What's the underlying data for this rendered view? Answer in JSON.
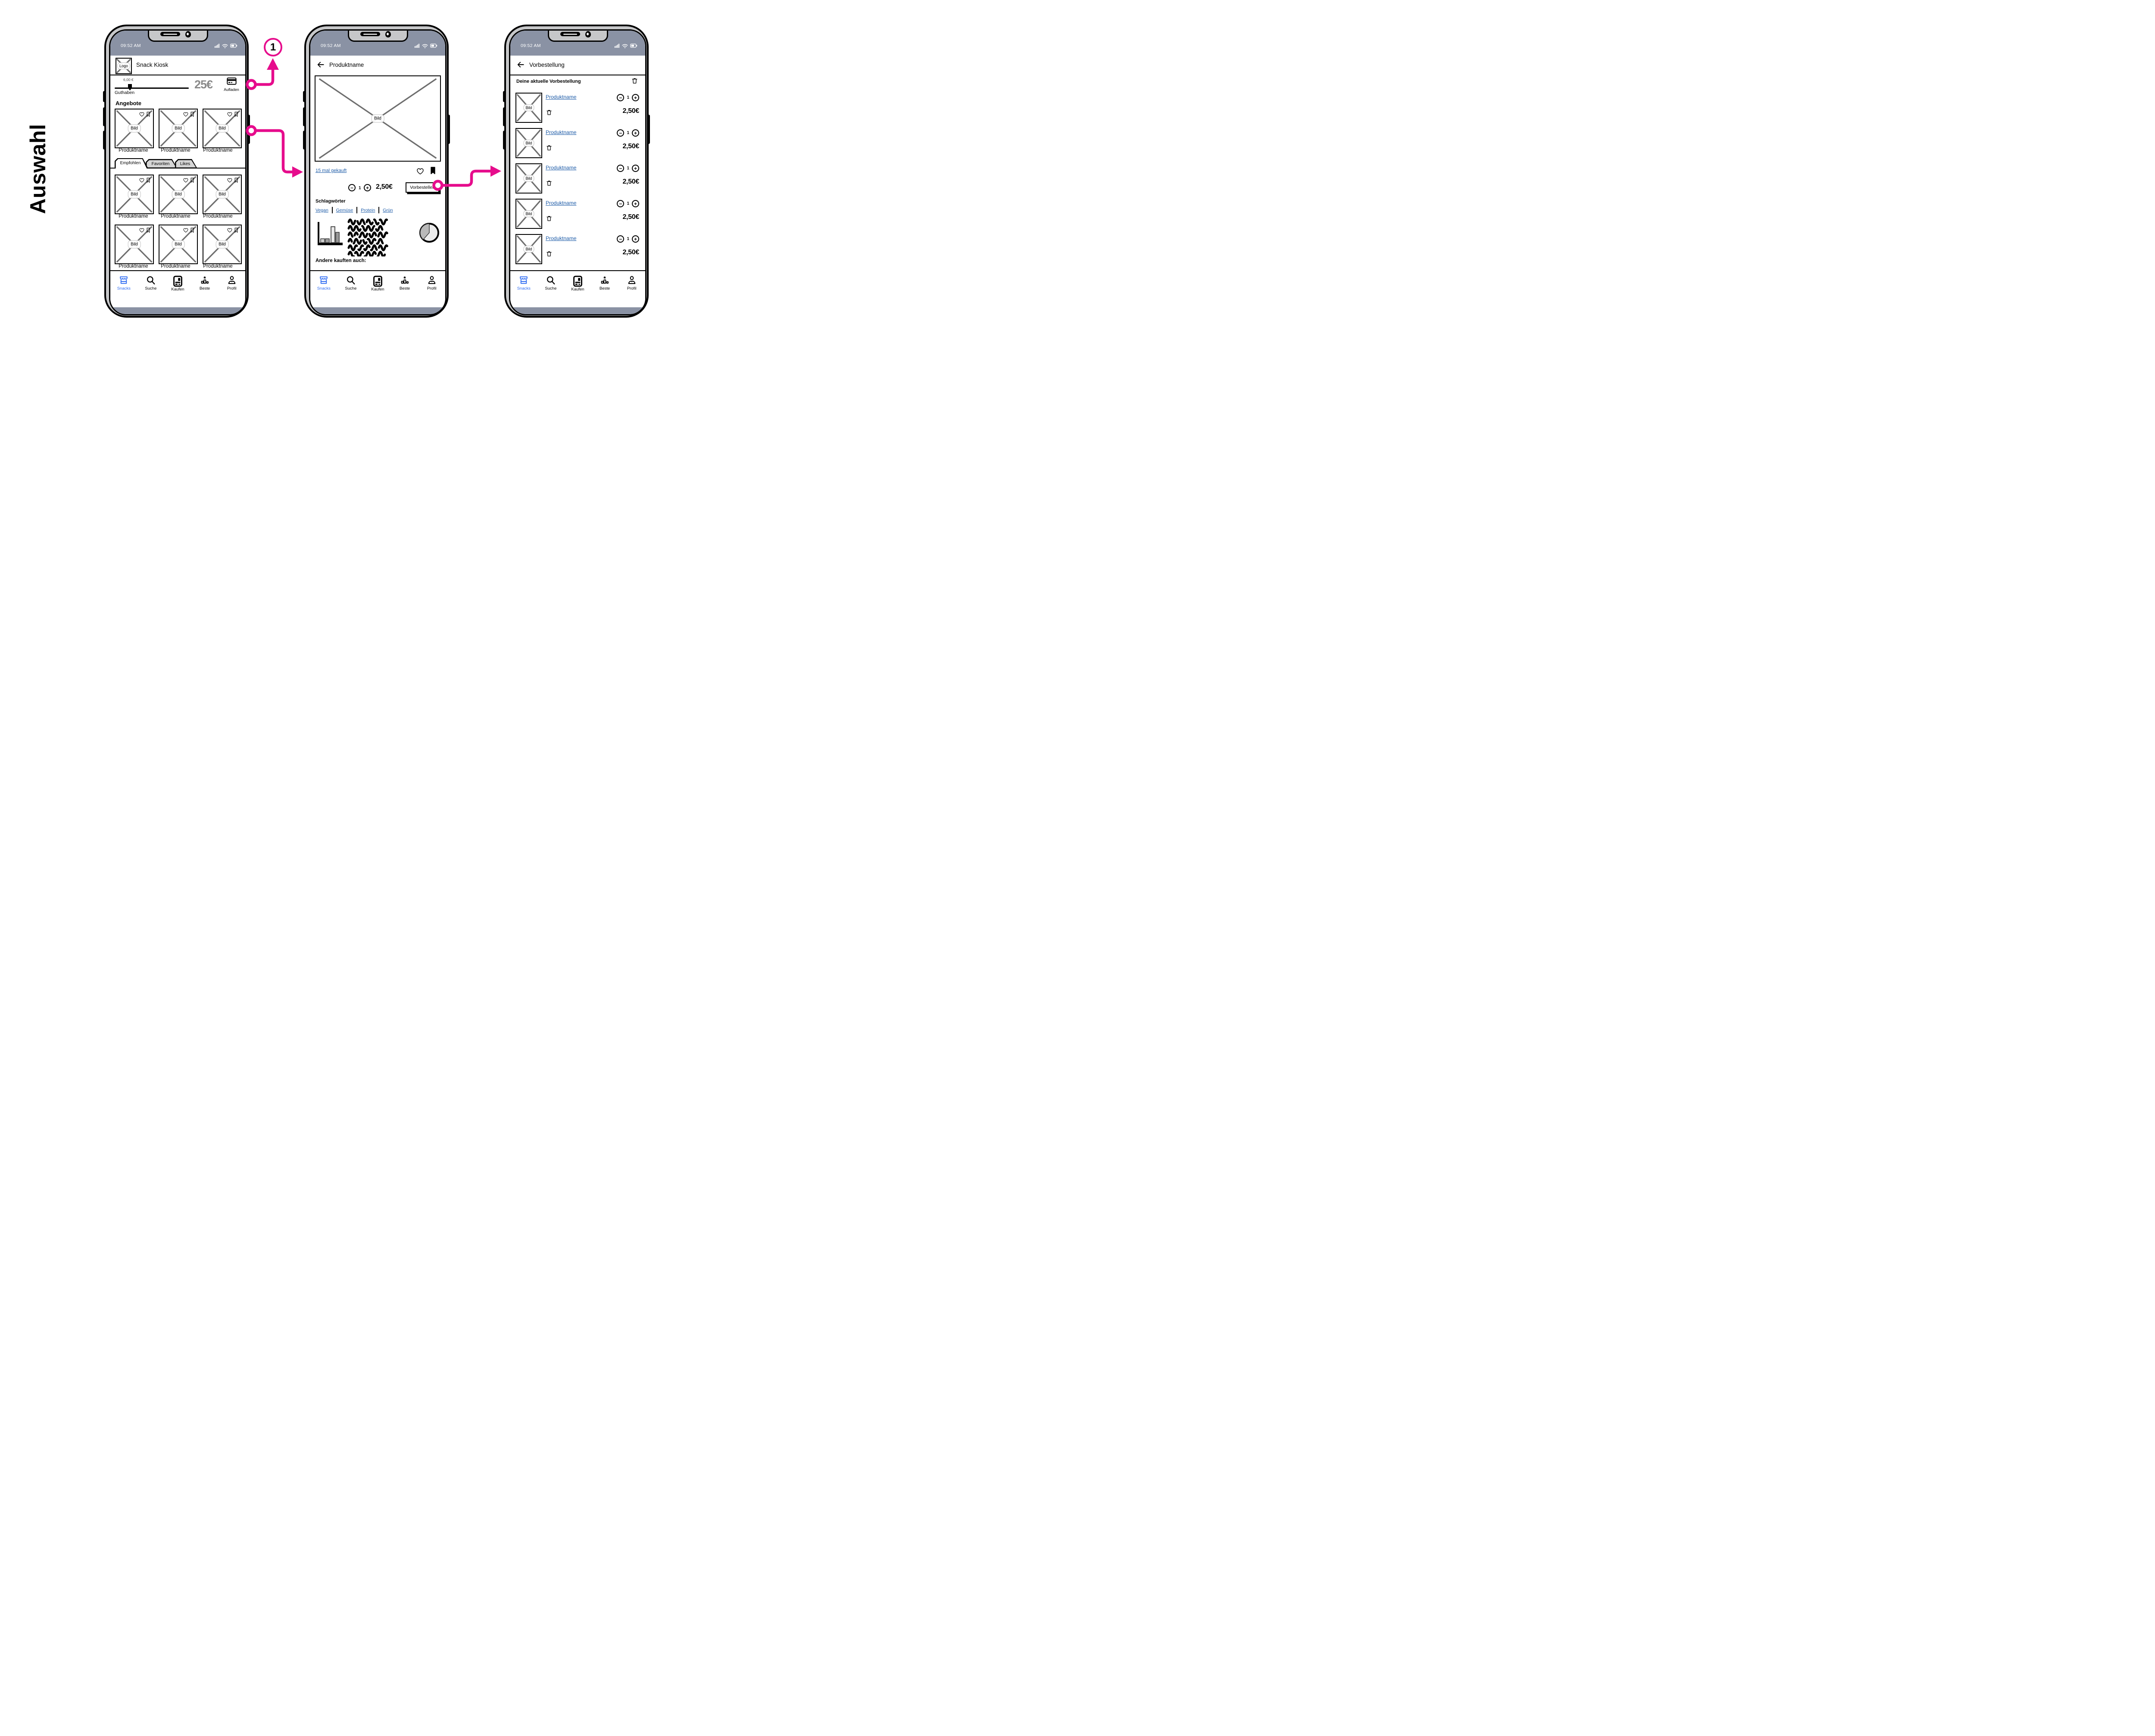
{
  "annotations": {
    "title": "Auswahl",
    "step_marker": "1"
  },
  "colors": {
    "accent_pink": "#e60c8c",
    "link_blue": "#1e5ca8",
    "nav_active_blue": "#2e6bf2",
    "statusbar_gray": "#8a92a4"
  },
  "status_bar": {
    "time": "09:52 AM"
  },
  "strings": {
    "product_name": "Produktname",
    "bild": "Bild",
    "logo": "Logo",
    "minus": "−",
    "plus": "+"
  },
  "nav": {
    "active_item": "Snacks",
    "items": [
      {
        "label": "Snacks"
      },
      {
        "label": "Suche"
      },
      {
        "label": "Kaufen"
      },
      {
        "label": "Beste"
      },
      {
        "label": "Profil"
      }
    ]
  },
  "screen_home": {
    "title": "Snack Kiosk",
    "balance": {
      "slider_value": "6,00 €",
      "label": "Guthaben",
      "amount": "25€",
      "topup_label": "Aufladen"
    },
    "offers_heading": "Angebote",
    "tabs": [
      {
        "label": "Empfohlen",
        "active": true
      },
      {
        "label": "Favoriten",
        "active": false
      },
      {
        "label": "Likes",
        "active": false
      }
    ]
  },
  "screen_product": {
    "title": "Produktname",
    "purchases_link": "15 mal gekauft",
    "quantity": "1",
    "price": "2,50€",
    "preorder_button": "Vorbestellen",
    "keywords_heading": "Schlagwörter",
    "keywords": [
      {
        "label": "Vegan"
      },
      {
        "label": "Gemüse"
      },
      {
        "label": "Protein"
      },
      {
        "label": "Grün"
      }
    ],
    "others_heading": "Andere kauften auch:"
  },
  "screen_preorder": {
    "title": "Vorbestellung",
    "subtitle": "Deine aktuelle Vorbestellung",
    "items": [
      {
        "name": "Produktname",
        "qty": "1",
        "price": "2,50€"
      },
      {
        "name": "Produktname",
        "qty": "1",
        "price": "2,50€"
      },
      {
        "name": "Produktname",
        "qty": "1",
        "price": "2,50€"
      },
      {
        "name": "Produktname",
        "qty": "1",
        "price": "2,50€"
      },
      {
        "name": "Produktname",
        "qty": "1",
        "price": "2,50€"
      }
    ]
  }
}
